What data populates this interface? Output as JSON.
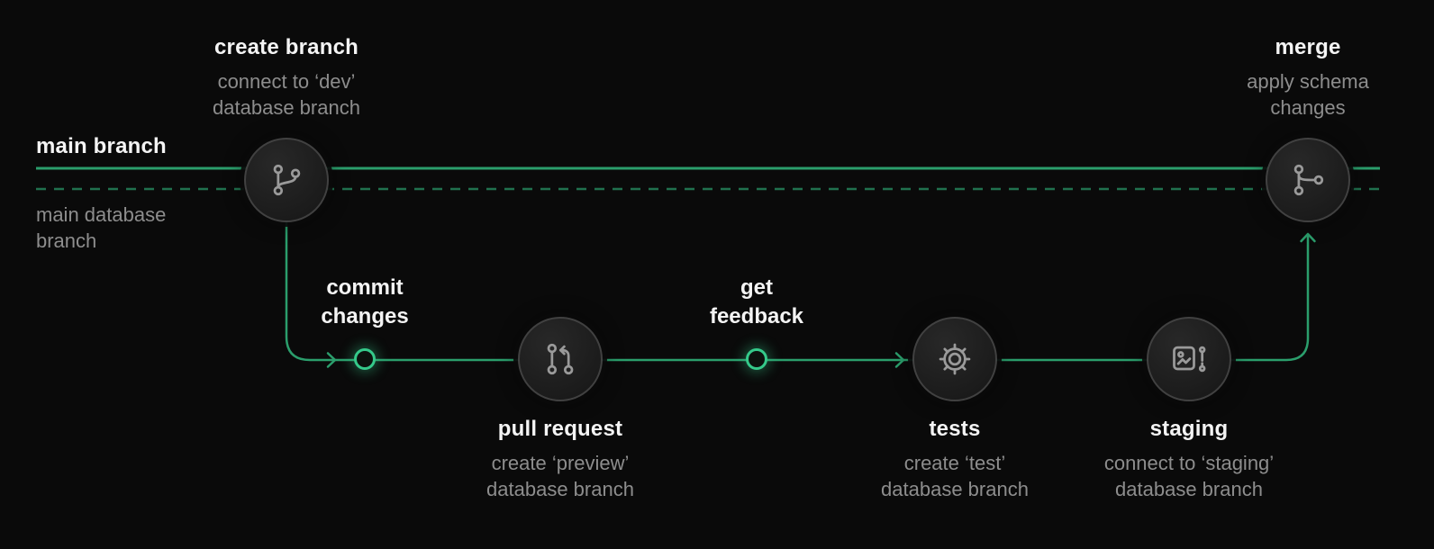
{
  "colors": {
    "background": "#0a0a0a",
    "branch_green": "#2b9e6c",
    "dashed_green": "#20714e",
    "milestone_green": "#35c98a",
    "title_text": "#f4f4f4",
    "subtitle_text": "#8d8d8d",
    "icon_stroke": "#9a9a9a"
  },
  "main_branch": {
    "label": "main branch",
    "database_label": "main database branch"
  },
  "top_nodes": [
    {
      "id": "create-branch",
      "title": "create branch",
      "subtitle": "connect to ‘dev’ database branch",
      "icon": "git-branch-icon"
    },
    {
      "id": "merge",
      "title": "merge",
      "subtitle": "apply schema changes",
      "icon": "git-merge-icon"
    }
  ],
  "feature_nodes": [
    {
      "id": "pull-request",
      "title": "pull request",
      "subtitle": "create ‘preview’ database branch",
      "icon": "git-pull-request-icon"
    },
    {
      "id": "tests",
      "title": "tests",
      "subtitle": "create ‘test’ database branch",
      "icon": "gear-icon"
    },
    {
      "id": "staging",
      "title": "staging",
      "subtitle": "connect to ‘staging’ database branch",
      "icon": "staging-preview-icon"
    }
  ],
  "milestones": [
    {
      "id": "commit-changes",
      "label": "commit changes"
    },
    {
      "id": "get-feedback",
      "label": "get feedback"
    }
  ]
}
